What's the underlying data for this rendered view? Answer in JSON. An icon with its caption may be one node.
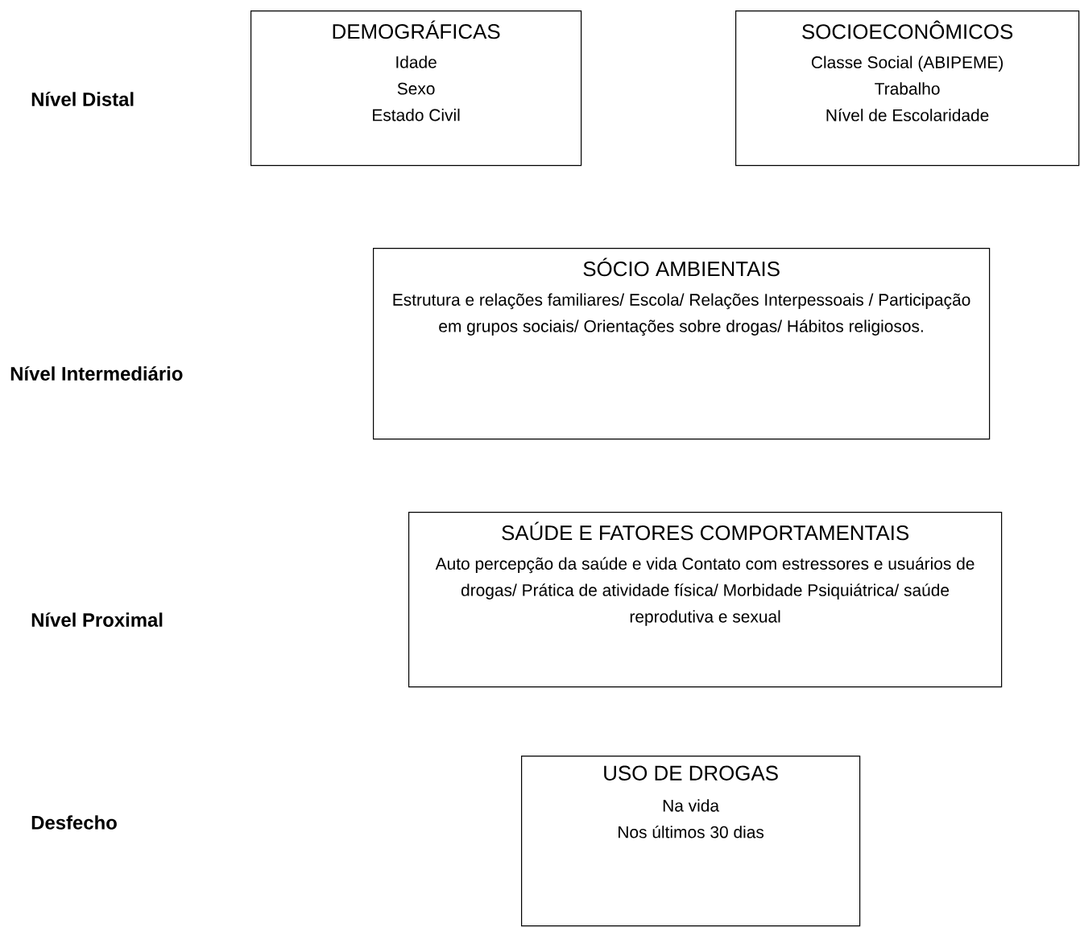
{
  "diagram": {
    "nodes": [
      {
        "text": [
          "DEMOGRÁFICAS",
          "Idade",
          "Sexo",
          "Estado Civil"
        ]
      },
      {
        "text": [
          "SOCIOECONÔMICOS",
          "Classe Social (ABIPEME)",
          "Trabalho",
          "Nível de Escolaridade"
        ]
      },
      {
        "text": [
          "SÓCIO AMBIENTAIS",
          "Estrutura e relações familiares/ Escola/ Relações Interpessoais / Participação em grupos sociais/ Orientações sobre drogas/ Hábitos religiosos."
        ]
      },
      {
        "text": [
          "SAÚDE E FATORES COMPORTAMENTAIS",
          "Auto percepção da saúde e vida Contato com estressores e usuários de drogas/ Prática de atividade física/ Morbidade Psiquiátrica/ saúde reprodutiva e sexual"
        ]
      },
      {
        "text": [
          "USO DE DROGAS",
          "Na vida",
          "Nos últimos 30 dias"
        ]
      }
    ],
    "labels": [
      "Nível Distal",
      "Nível Intermediário",
      "Nível Proximal",
      "Desfecho"
    ]
  }
}
